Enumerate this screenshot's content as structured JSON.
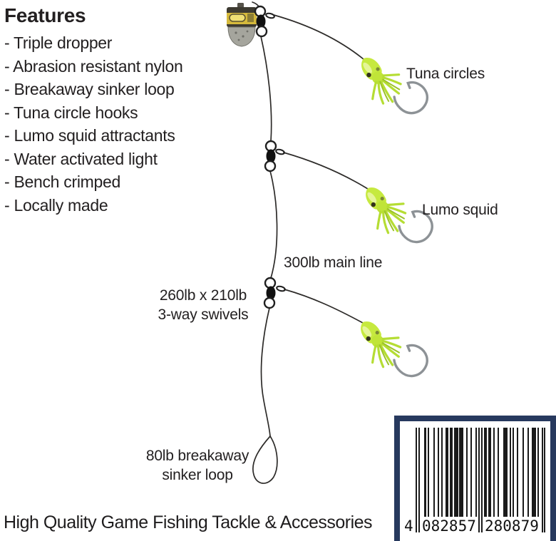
{
  "features": {
    "heading": "Features",
    "items": [
      "- Triple dropper",
      "- Abrasion resistant nylon",
      "- Breakaway sinker loop",
      "- Tuna circle hooks",
      "- Lumo squid attractants",
      "- Water activated light",
      "- Bench crimped",
      "- Locally made"
    ]
  },
  "diagram": {
    "labels": {
      "tuna_circles": "Tuna circles",
      "lumo_squid": "Lumo squid",
      "main_line": "300lb main line",
      "swivels_line1": "260lb x 210lb",
      "swivels_line2": "3-way swivels",
      "sinker_line1": "80lb breakaway",
      "sinker_line2": "sinker loop"
    },
    "colors": {
      "line": "#2d2b29",
      "squid_body": "#c6e93f",
      "squid_dark": "#a9cf2d",
      "squid_highlight": "#eaf7a8",
      "squid_eye": "#32311c",
      "hook": "#8d9296",
      "light_band": "#d6ba3c",
      "light_body": "#3d3a31",
      "light_bulb": "#a5a59d"
    }
  },
  "footer": {
    "tagline": "High Quality Game Fishing Tackle & Accessories"
  },
  "barcode": {
    "digits_display": "4 082857 280879",
    "digit_lead": "4",
    "digit_group1": "082857",
    "digit_group2": "280879",
    "pattern": "10100011010001001001001101101110111001001000101010110110010010001110010100100010001001110100101",
    "border_color": "#27395e",
    "bar_color": "#1a1a1a"
  }
}
